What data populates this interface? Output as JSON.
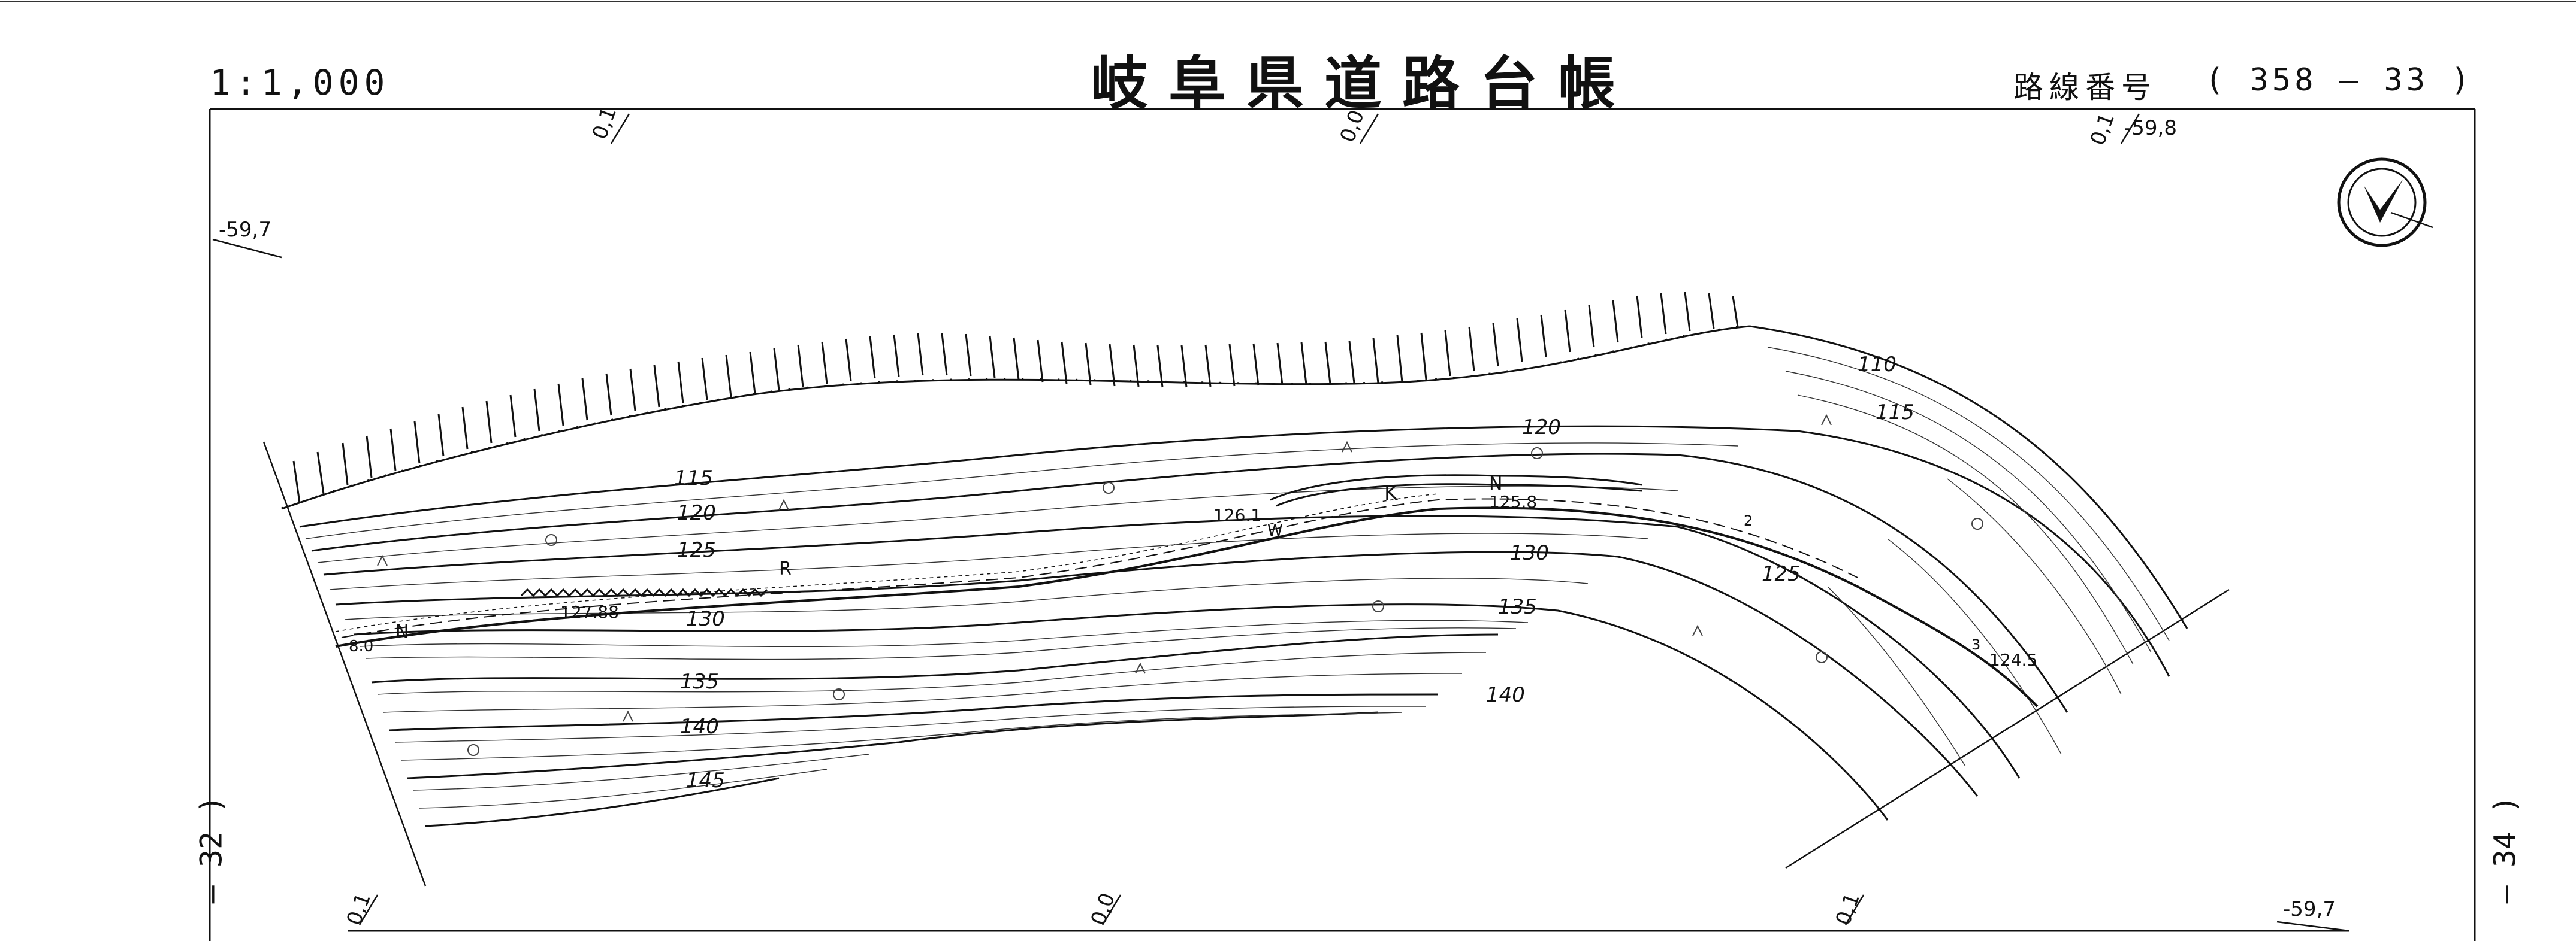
{
  "header": {
    "scale": "1:1,000",
    "title": "岐阜県道路台帳",
    "route_label": "路線番号",
    "route_number": "( 358 — 33 )"
  },
  "side_sheets": {
    "left": "— 32 )",
    "right": "— 34 )"
  },
  "grid_labels": {
    "top_1": "0,1",
    "top_2": "0,0",
    "top_3": "0,1",
    "top_right": "-59,8",
    "left": "-59,7",
    "bottom_1": "0,1",
    "bottom_2": "0,0",
    "bottom_3": "0,1",
    "bottom_right": "-59,7"
  },
  "contours": [
    "110",
    "115",
    "115",
    "120",
    "120",
    "125",
    "125",
    "130",
    "130",
    "135",
    "135",
    "140",
    "140",
    "145"
  ],
  "elevations": [
    "126.1",
    "125.8",
    "127.88",
    "124.5"
  ],
  "survey_marks": {
    "n1": "N",
    "n2": "N",
    "k": "K",
    "r": "R",
    "w": "W",
    "road_width": "8.0",
    "num_2": "2",
    "num_3": "3"
  },
  "icons": {
    "north_arrow": "north-arrow-icon"
  }
}
